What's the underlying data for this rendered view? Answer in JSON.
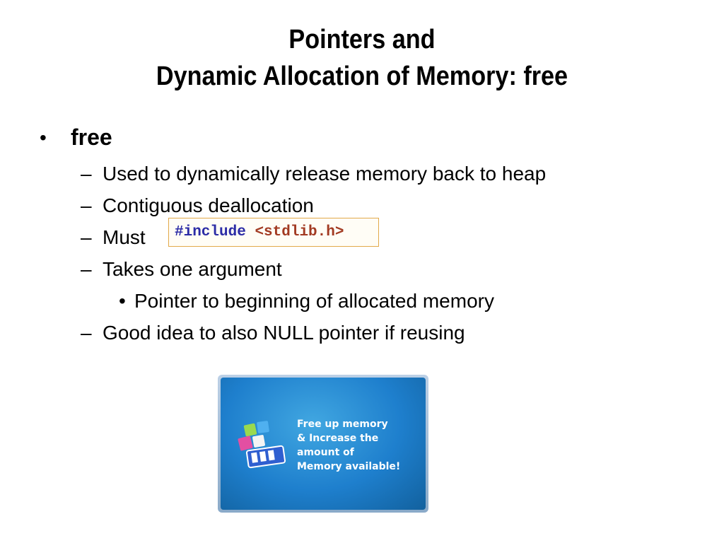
{
  "slide": {
    "title_lines": [
      "Pointers and",
      "Dynamic Allocation of Memory: free"
    ],
    "bullet_marks": {
      "level1": "•",
      "level2": "–",
      "level3": "•"
    },
    "items": [
      {
        "level": 1,
        "text": "free"
      },
      {
        "level": 2,
        "text": "Used to dynamically release memory back to heap"
      },
      {
        "level": 2,
        "text": "Contiguous deallocation"
      },
      {
        "level": 2,
        "text": "Must"
      },
      {
        "level": 2,
        "text": "Takes one argument"
      },
      {
        "level": 3,
        "text": "Pointer to beginning of allocated memory"
      },
      {
        "level": 2,
        "text": "Good idea to also NULL pointer if reusing"
      }
    ],
    "code_snippet": {
      "keyword": "#include",
      "header": "<stdlib.h>"
    },
    "promo_image": {
      "lines": [
        "Free up memory",
        "& Increase the",
        "amount of",
        "Memory available!"
      ],
      "icon": "memory-chip-icon"
    },
    "colors": {
      "code_keyword": "#2c2ca6",
      "code_header": "#a23a22",
      "code_border": "#e2a94a",
      "promo_background": "#1e7fcd"
    }
  }
}
